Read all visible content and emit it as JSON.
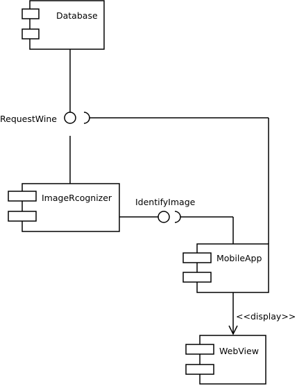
{
  "components": {
    "database": "Database",
    "image_recognizer": "ImageRcognizer",
    "mobile_app": "MobileApp",
    "web_view": "WebView"
  },
  "interfaces": {
    "request_wine": "RequestWine",
    "identify_image": "IdentifyImage"
  },
  "dependency": {
    "display": "<<display>>"
  }
}
